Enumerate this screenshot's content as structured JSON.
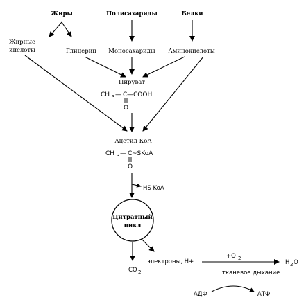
{
  "sources": {
    "fats": "Жиры",
    "polysaccharides": "Полисахариды",
    "proteins": "Белки"
  },
  "products": {
    "fatty_acids_line1": "Жирные",
    "fatty_acids_line2": "кислоты",
    "glycerol": "Глицерин",
    "monosaccharides": "Моносахариды",
    "amino_acids": "Аминокислоты"
  },
  "pyruvate": {
    "name": "Пируват",
    "formula_left": "CH",
    "sub3": "3",
    "dash1": "—",
    "carbon": "C",
    "formula_right": "—COOH",
    "oxygen": "O"
  },
  "acetyl_coa": {
    "name": "Ацетил КоА",
    "formula_left": "CH",
    "sub3": "3",
    "dash1": "—",
    "carbon": "C",
    "formula_right": "~SKoA",
    "oxygen": "O"
  },
  "hs_koa": "HS KoA",
  "citrate_cycle_line1": "Цитратный",
  "citrate_cycle_line2": "цикл",
  "co2_main": "CO",
  "co2_sub": "2",
  "electrons": "электроны, H+",
  "o2_plus": "+O",
  "o2_sub": "2",
  "water_main": "H",
  "water_sub": "2",
  "water_o": "O",
  "tissue_respiration": "тканевое дыхание",
  "adp": "АДФ",
  "atp": "АТФ"
}
